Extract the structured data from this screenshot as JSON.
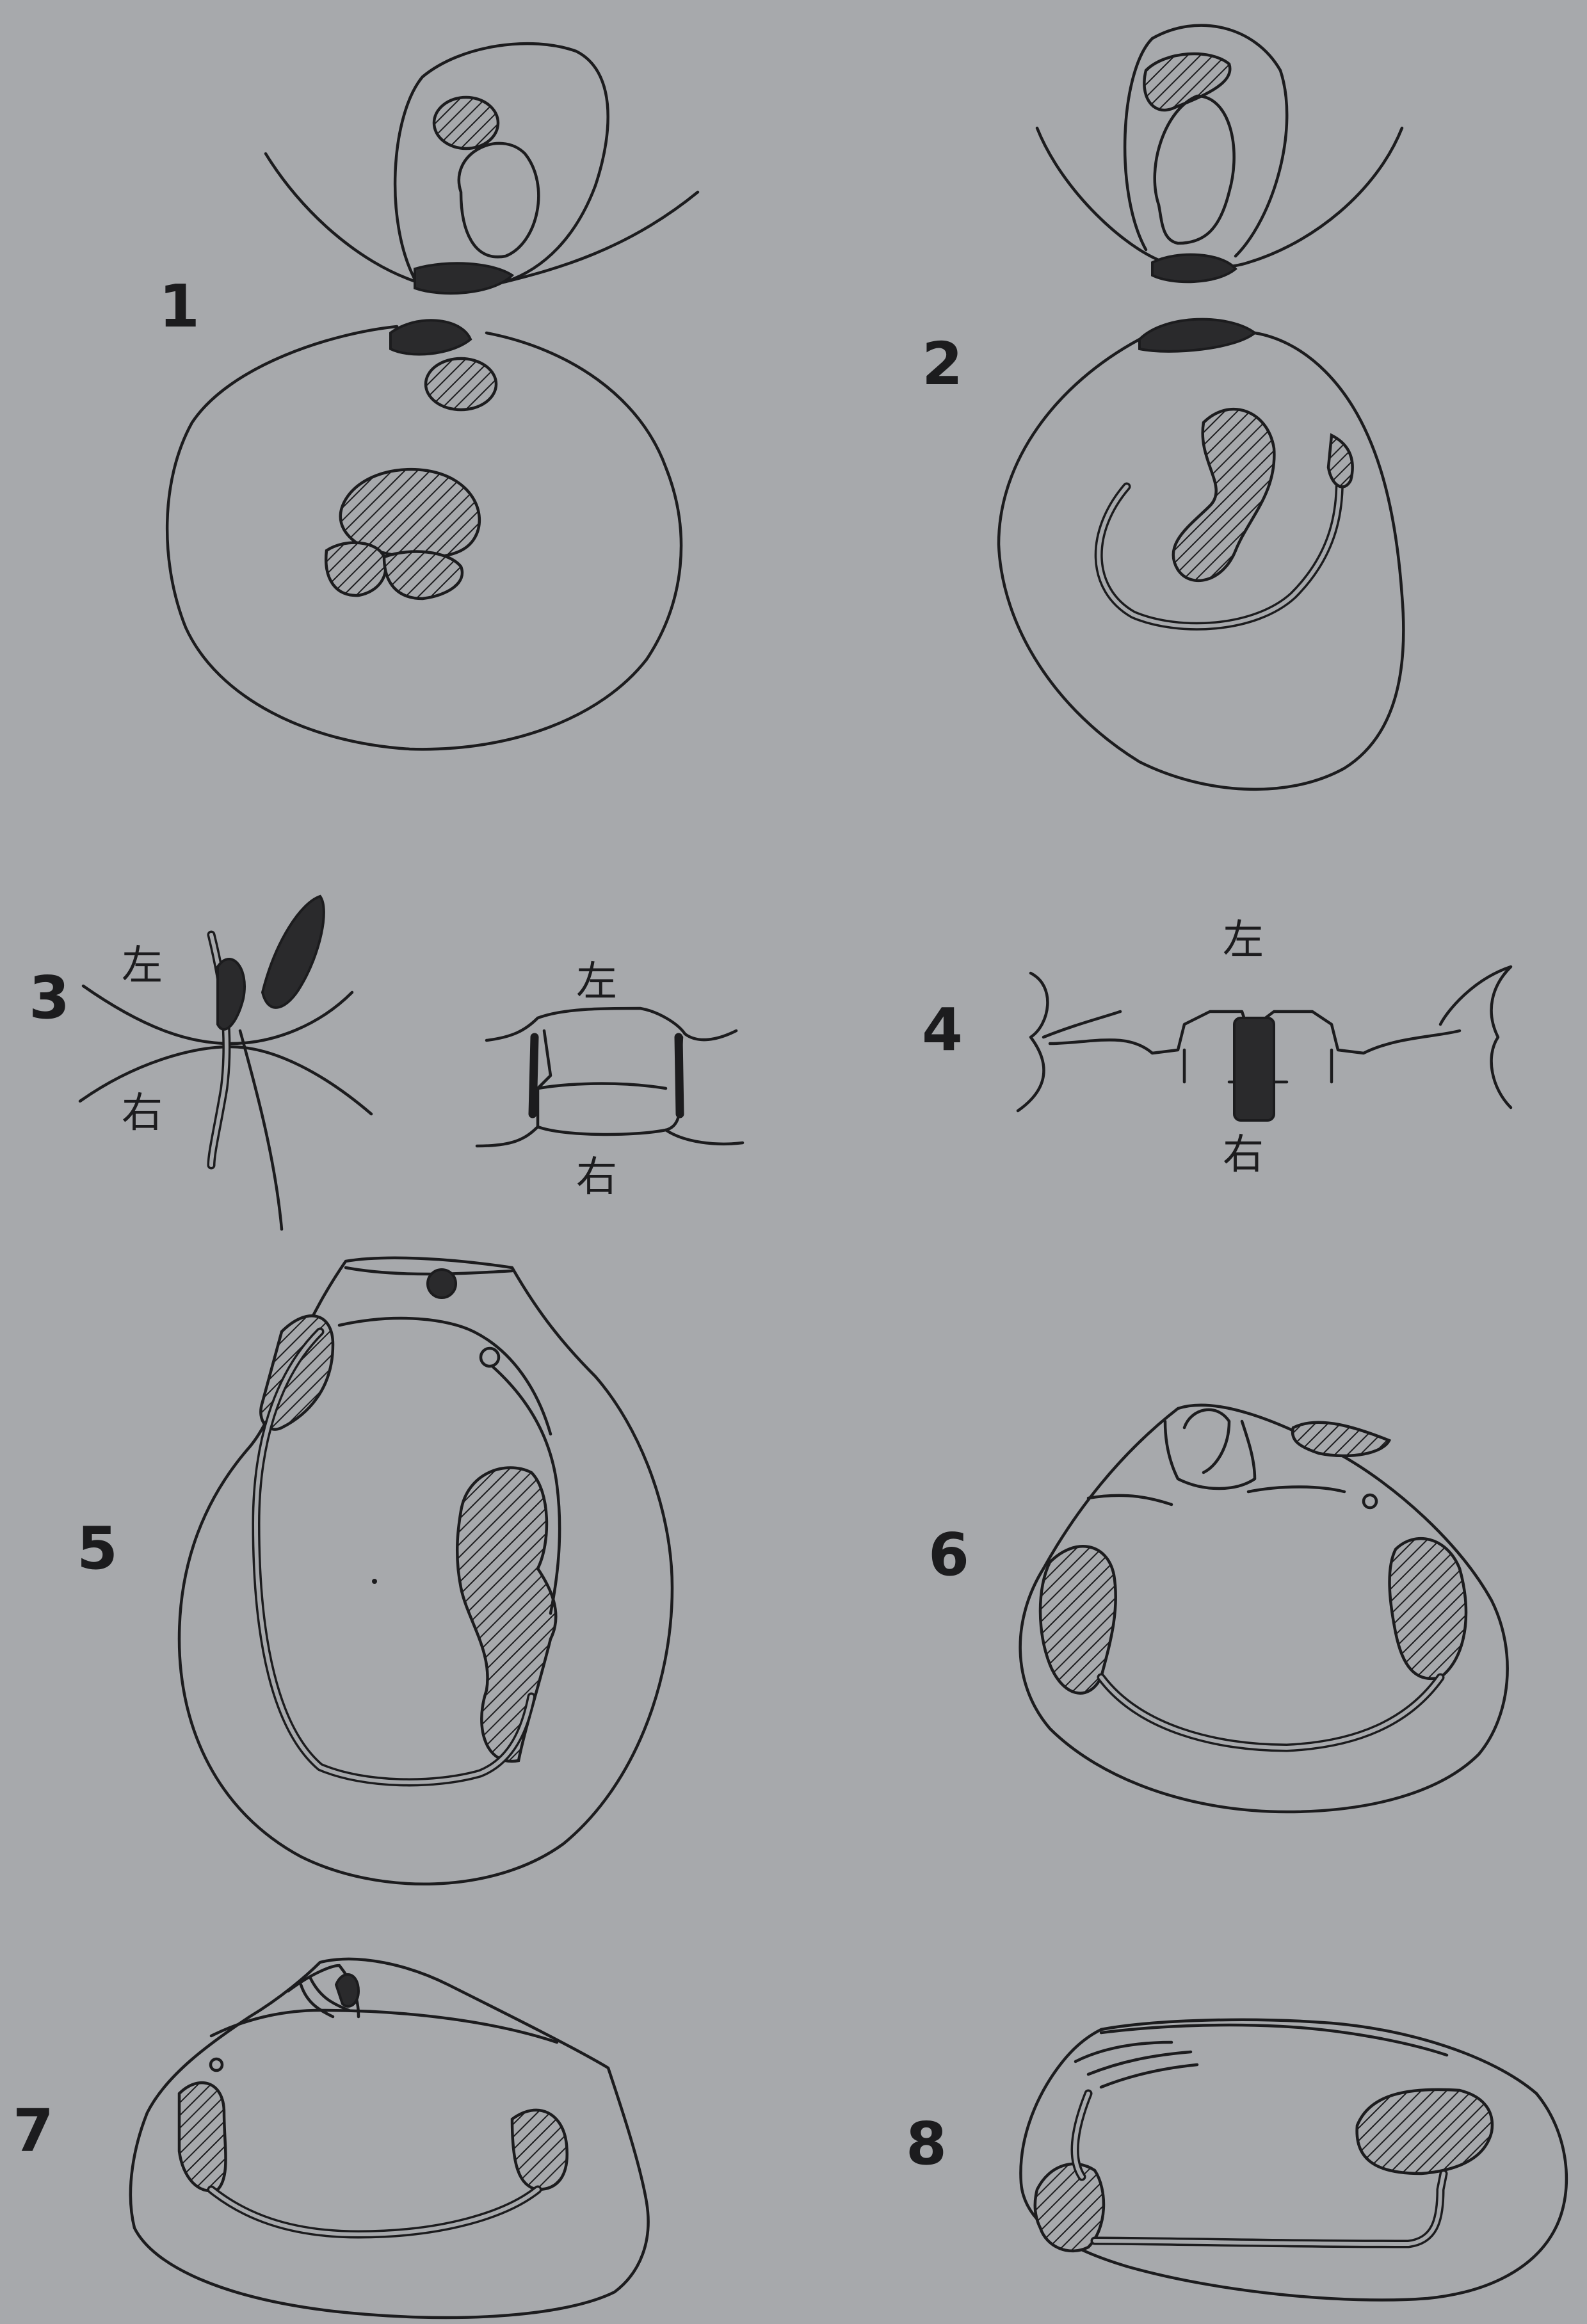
{
  "plate": {
    "background": "#a7a9ac",
    "ink": "#1c1c1e"
  },
  "figures": [
    {
      "label": "1"
    },
    {
      "label": "2"
    },
    {
      "label": "3",
      "top_text_left": "左",
      "bottom_text_left": "右",
      "top_text_right": "左",
      "bottom_text_right": "右"
    },
    {
      "label": "4",
      "top_text": "左",
      "bottom_text": "右"
    },
    {
      "label": "5"
    },
    {
      "label": "6"
    },
    {
      "label": "7"
    },
    {
      "label": "8"
    }
  ]
}
